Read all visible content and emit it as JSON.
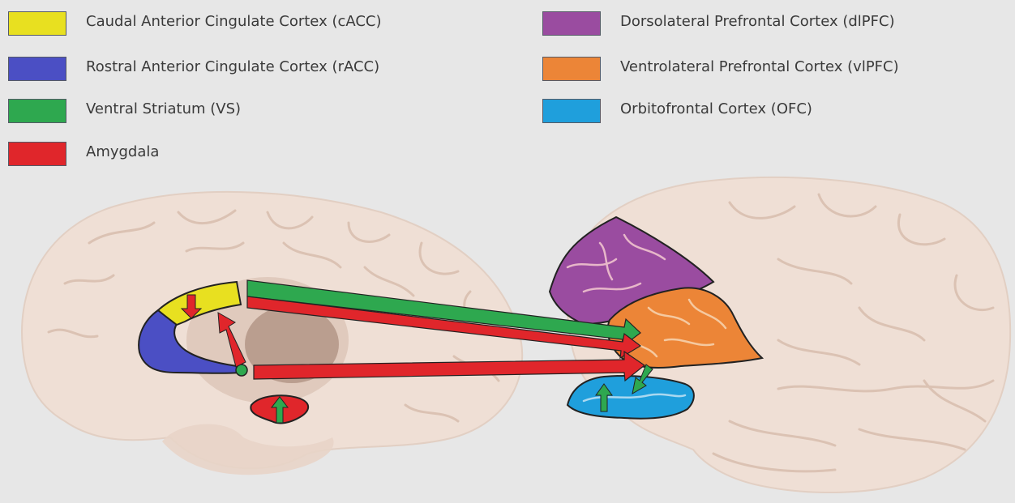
{
  "legend": {
    "left_column": [
      {
        "label": "Caudal Anterior Cingulate Cortex (cACC)",
        "color": "#e8e020"
      },
      {
        "label": "Rostral Anterior Cingulate Cortex (rACC)",
        "color": "#4b4fc4"
      },
      {
        "label": "Ventral Striatum (VS)",
        "color": "#2ea84f"
      },
      {
        "label": "Amygdala",
        "color": "#e0262b"
      }
    ],
    "right_column": [
      {
        "label": "Dorsolateral Prefrontal Cortex (dlPFC)",
        "color": "#9a4ca0"
      },
      {
        "label": "Ventrolateral Prefrontal Cortex (vlPFC)",
        "color": "#ec8537"
      },
      {
        "label": "Orbitofrontal Cortex (OFC)",
        "color": "#1f9fdc"
      }
    ]
  },
  "colors": {
    "background": "#e7e7e7",
    "brain_fill": "#efdfd5",
    "brain_sulci": "#dbc2b3",
    "deep_structure": "#ad8f80",
    "arrow_green": "#2ea84f",
    "arrow_red": "#e0262b"
  }
}
